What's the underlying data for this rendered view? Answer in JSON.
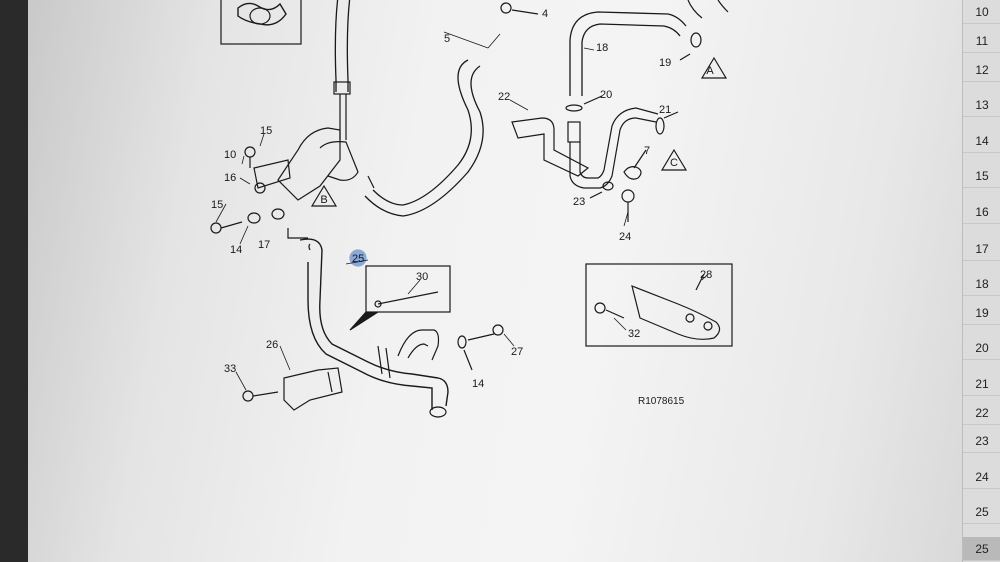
{
  "diagram": {
    "labels": {
      "p4": "4",
      "p5": "5",
      "p18": "18",
      "p19": "19",
      "p20": "20",
      "p21": "21",
      "p22": "22",
      "p7": "7",
      "p23": "23",
      "p24": "24",
      "p15a": "15",
      "p10": "10",
      "p16": "16",
      "p15b": "15",
      "p14a": "14",
      "p17": "17",
      "p25": "25",
      "p30": "30",
      "p28": "28",
      "p32": "32",
      "p26": "26",
      "p33": "33",
      "p14b": "14",
      "p27": "27"
    },
    "markers": {
      "a": "A",
      "b": "B",
      "c": "C"
    },
    "drawing_code": "R1078615"
  },
  "page_index": {
    "items": [
      "10",
      "11",
      "12",
      "13",
      "14",
      "15",
      "16",
      "17",
      "18",
      "19",
      "20",
      "21",
      "22",
      "23",
      "24",
      "25",
      "25"
    ],
    "active_index": 16
  },
  "colors": {
    "line": "#1a1a1a",
    "highlight": "#8aa9d6"
  }
}
